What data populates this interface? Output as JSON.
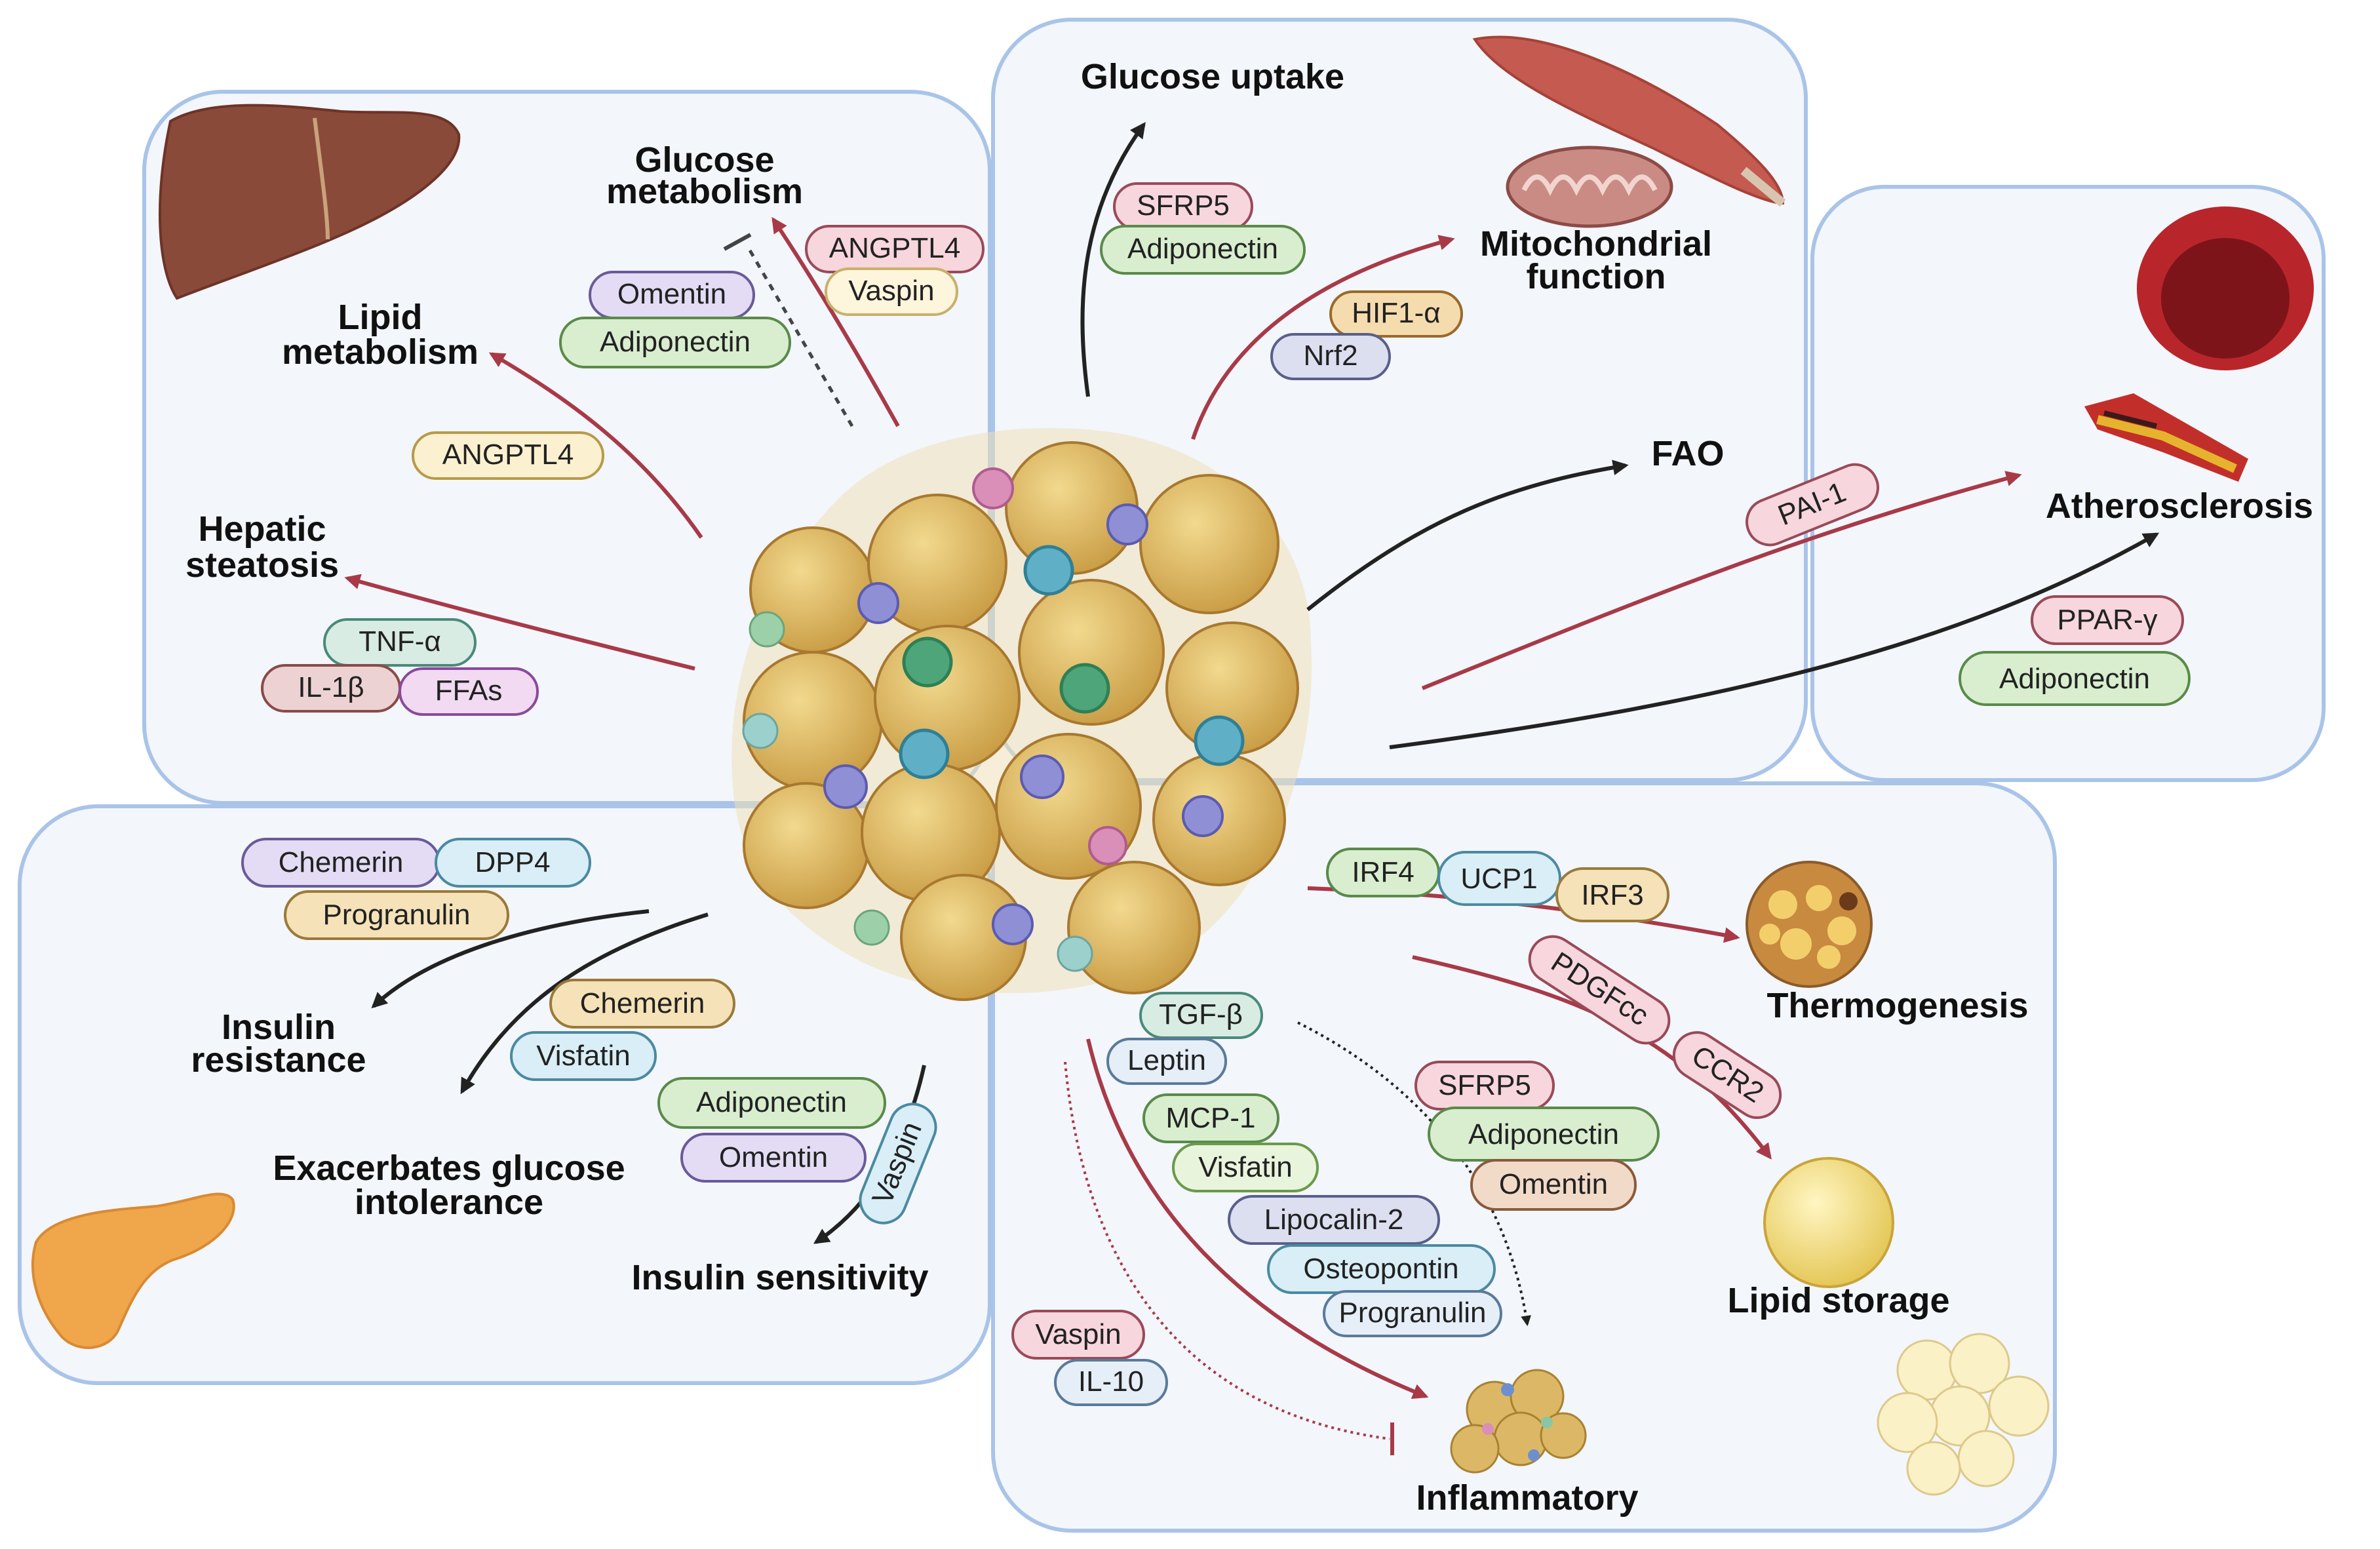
{
  "colors": {
    "panel_fill": "#f3f6fb",
    "panel_stroke": "#a9c4e8",
    "promote_arrow": "#a83a48",
    "neutral_arrow": "#222222",
    "adipocyte": "#dcb866"
  },
  "panels": {
    "liver": {
      "labels": {
        "glucose_metabolism": [
          "Glucose",
          "metabolism"
        ],
        "lipid_metabolism": [
          "Lipid",
          "metabolism"
        ],
        "hepatic_steatosis": [
          "Hepatic",
          "steatosis"
        ]
      },
      "pills": {
        "angptl4_top": "ANGPTL4",
        "vaspin": "Vaspin",
        "omentin": "Omentin",
        "adiponectin": "Adiponectin",
        "angptl4_mid": "ANGPTL4",
        "tnf": "TNF-α",
        "il1b": "IL-1β",
        "ffas": "FFAs"
      }
    },
    "muscle": {
      "labels": {
        "glucose_uptake": "Glucose uptake",
        "mitochondrial_function": [
          "Mitochondrial",
          "function"
        ],
        "fao": "FAO"
      },
      "pills": {
        "sfrp5": "SFRP5",
        "adiponectin": "Adiponectin",
        "hif1a": "HIF1-α",
        "nrf2": "Nrf2"
      }
    },
    "vessel": {
      "labels": {
        "atherosclerosis": "Atherosclerosis"
      },
      "pills": {
        "pai1": "PAI-1",
        "ppar": "PPAR-γ",
        "adiponectin": "Adiponectin"
      }
    },
    "pancreas": {
      "labels": {
        "insulin_resistance": [
          "Insulin",
          "resistance"
        ],
        "glucose_intolerance": [
          "Exacerbates glucose",
          "intolerance"
        ],
        "insulin_sensitivity": "Insulin sensitivity"
      },
      "pills": {
        "chemerin_top": "Chemerin",
        "dpp4": "DPP4",
        "progranulin": "Progranulin",
        "chemerin_mid": "Chemerin",
        "visfatin": "Visfatin",
        "adiponectin": "Adiponectin",
        "omentin": "Omentin",
        "vaspin": "Vaspin"
      }
    },
    "adipose": {
      "labels": {
        "thermogenesis": "Thermogenesis",
        "lipid_storage": "Lipid  storage",
        "inflammatory": "Inflammatory"
      },
      "pills": {
        "irf4": "IRF4",
        "ucp1": "UCP1",
        "irf3": "IRF3",
        "pdgfcc": "PDGFcc",
        "ccr2": "CCR2",
        "tgfb": "TGF-β",
        "leptin": "Leptin",
        "mcp1": "MCP-1",
        "visfatin": "Visfatin",
        "lipocalin2": "Lipocalin-2",
        "osteopontin": "Osteopontin",
        "progranulin": "Progranulin",
        "sfrp5": "SFRP5",
        "adiponectin": "Adiponectin",
        "omentin": "Omentin",
        "vaspin": "Vaspin",
        "il10": "IL-10"
      }
    }
  }
}
